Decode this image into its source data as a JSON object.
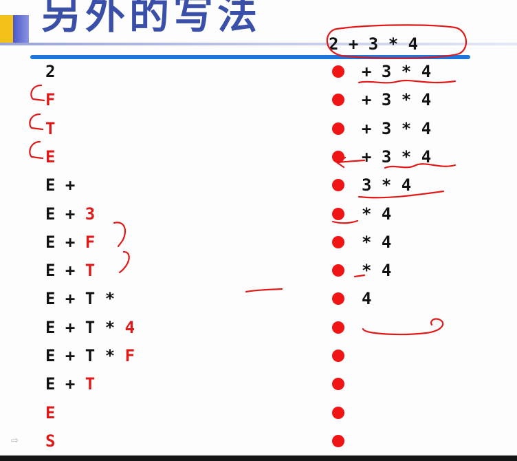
{
  "slide": {
    "title": "另外的写法",
    "colors": {
      "title": "#3a4fa8",
      "rule": "#1c76db",
      "terminal": "#111111",
      "derived": "#e01818",
      "cursor_dot": "#f01414"
    }
  },
  "left_rows": [
    [
      {
        "t": "2",
        "c": "black"
      }
    ],
    [
      {
        "t": "F",
        "c": "red"
      }
    ],
    [
      {
        "t": "T",
        "c": "red"
      }
    ],
    [
      {
        "t": "E",
        "c": "red"
      }
    ],
    [
      {
        "t": "E +",
        "c": "black"
      }
    ],
    [
      {
        "t": "E + ",
        "c": "black"
      },
      {
        "t": "3",
        "c": "red"
      }
    ],
    [
      {
        "t": "E + ",
        "c": "black"
      },
      {
        "t": "F",
        "c": "red"
      }
    ],
    [
      {
        "t": "E + ",
        "c": "black"
      },
      {
        "t": "T",
        "c": "red"
      }
    ],
    [
      {
        "t": "E + T *",
        "c": "black"
      }
    ],
    [
      {
        "t": "E + T * ",
        "c": "black"
      },
      {
        "t": "4",
        "c": "red"
      }
    ],
    [
      {
        "t": "E + T * ",
        "c": "black"
      },
      {
        "t": "F",
        "c": "red"
      }
    ],
    [
      {
        "t": "E + ",
        "c": "black"
      },
      {
        "t": "T",
        "c": "red"
      }
    ],
    [
      {
        "t": "E",
        "c": "red"
      }
    ],
    [
      {
        "t": "S",
        "c": "red"
      }
    ]
  ],
  "right_header": "2 + 3 * 4",
  "right_rows": [
    "+ 3 * 4",
    "+ 3 * 4",
    "+ 3 * 4",
    "+ 3 * 4",
    "3 * 4",
    "* 4",
    "* 4",
    "* 4",
    "4",
    "",
    "",
    "",
    "",
    ""
  ]
}
